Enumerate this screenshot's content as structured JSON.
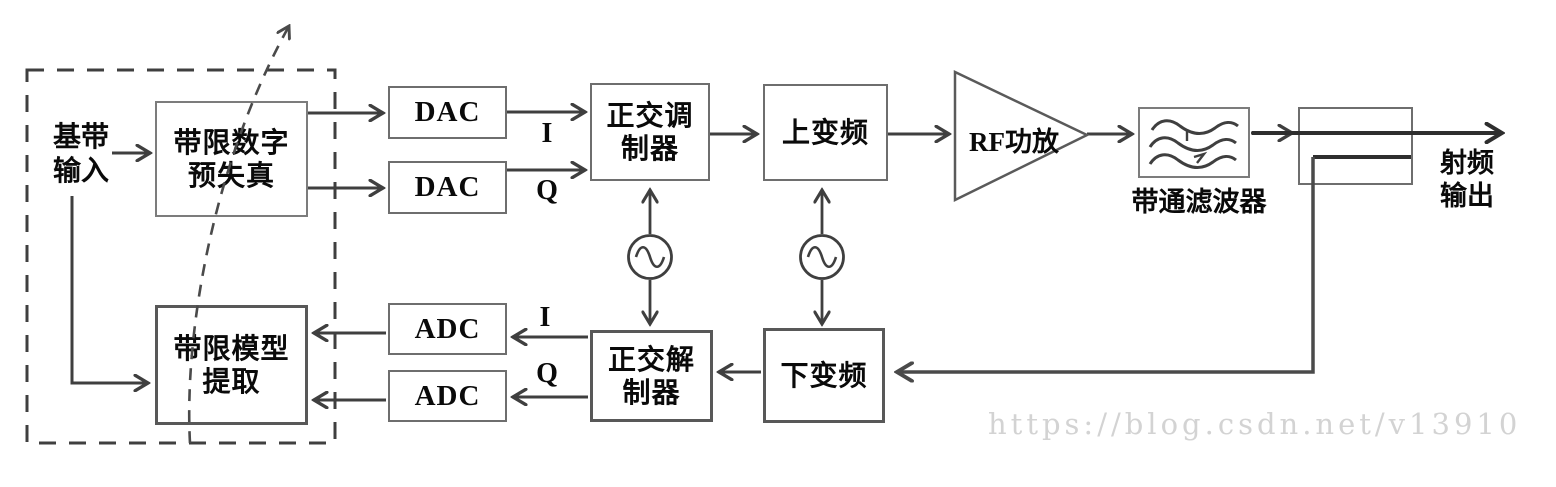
{
  "blocks": {
    "predistortion": {
      "line1": "带限数字",
      "line2": "预失真"
    },
    "model_extraction": {
      "line1": "带限模型",
      "line2": "提取"
    },
    "dac_i": "DAC",
    "dac_q": "DAC",
    "adc_i": "ADC",
    "adc_q": "ADC",
    "quad_modulator": {
      "line1": "正交调",
      "line2": "制器"
    },
    "quad_demodulator": {
      "line1": "正交解",
      "line2": "制器"
    },
    "upconverter": "上变频",
    "downconverter": "下变频",
    "rf_amplifier": "RF功放",
    "bandpass_filter": "带通滤波器"
  },
  "labels": {
    "baseband_input": {
      "line1": "基带",
      "line2": "输入"
    },
    "rf_output": {
      "line1": "射频",
      "line2": "输出"
    },
    "i_top": "I",
    "q_top": "Q",
    "i_bottom": "I",
    "q_bottom": "Q"
  },
  "watermark": "https://blog.csdn.net/v13910",
  "icons": {
    "oscillator_1": "sine-oscillator",
    "oscillator_2": "sine-oscillator",
    "bandpass_filter_icon": "triple-wave-filter",
    "amplifier_icon": "triangle-amplifier"
  },
  "colors": {
    "line": "#3f3f3f",
    "coupler_line": "#2e2e2e",
    "feedback_dash": "#4a4a4a",
    "box_border": "#6e6e6e",
    "text": "#0a0a0a",
    "watermark": "#d3d3d3",
    "background": "#ffffff"
  }
}
